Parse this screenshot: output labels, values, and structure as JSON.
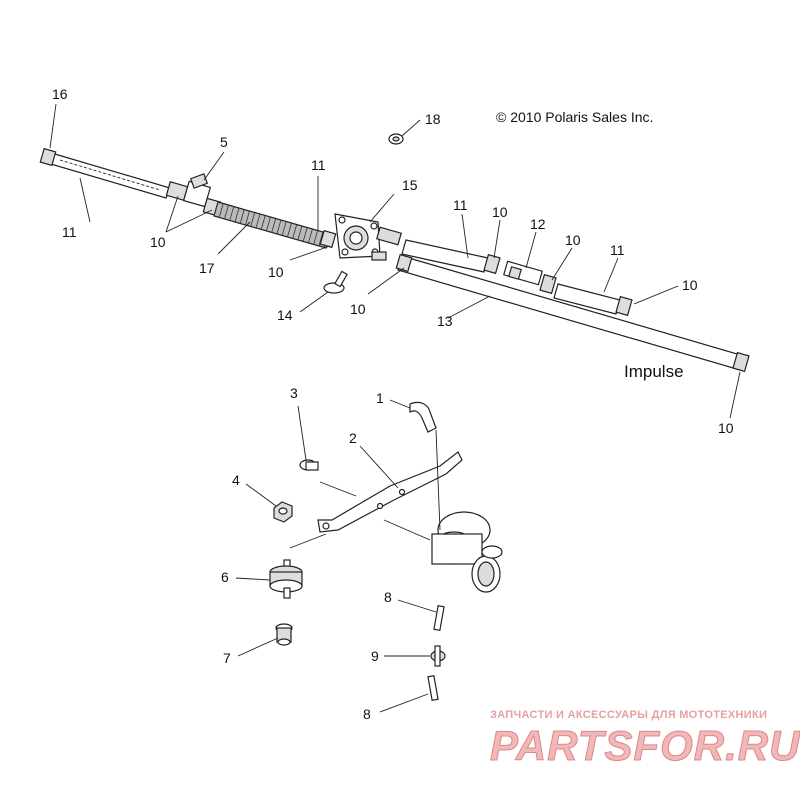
{
  "copyright": "© 2010 Polaris Sales Inc.",
  "model_note": "Impulse",
  "callouts": {
    "c16": "16",
    "c5": "5",
    "c11a": "11",
    "c10a": "10",
    "c17": "17",
    "c11b": "11",
    "c10b": "10",
    "c15": "15",
    "c18": "18",
    "c14": "14",
    "c10c": "10",
    "c11c": "11",
    "c10d": "10",
    "c12": "12",
    "c10e": "10",
    "c11d": "11",
    "c10f": "10",
    "c13": "13",
    "c10g": "10",
    "c3": "3",
    "c1": "1",
    "c2": "2",
    "c4": "4",
    "c6": "6",
    "c7": "7",
    "c8a": "8",
    "c9": "9",
    "c8b": "8"
  },
  "watermark": {
    "tagline": "ЗАПЧАСТИ И АКСЕССУАРЫ ДЛЯ МОТОТЕХНИКИ",
    "brand": "PARTSFOR.RU"
  }
}
